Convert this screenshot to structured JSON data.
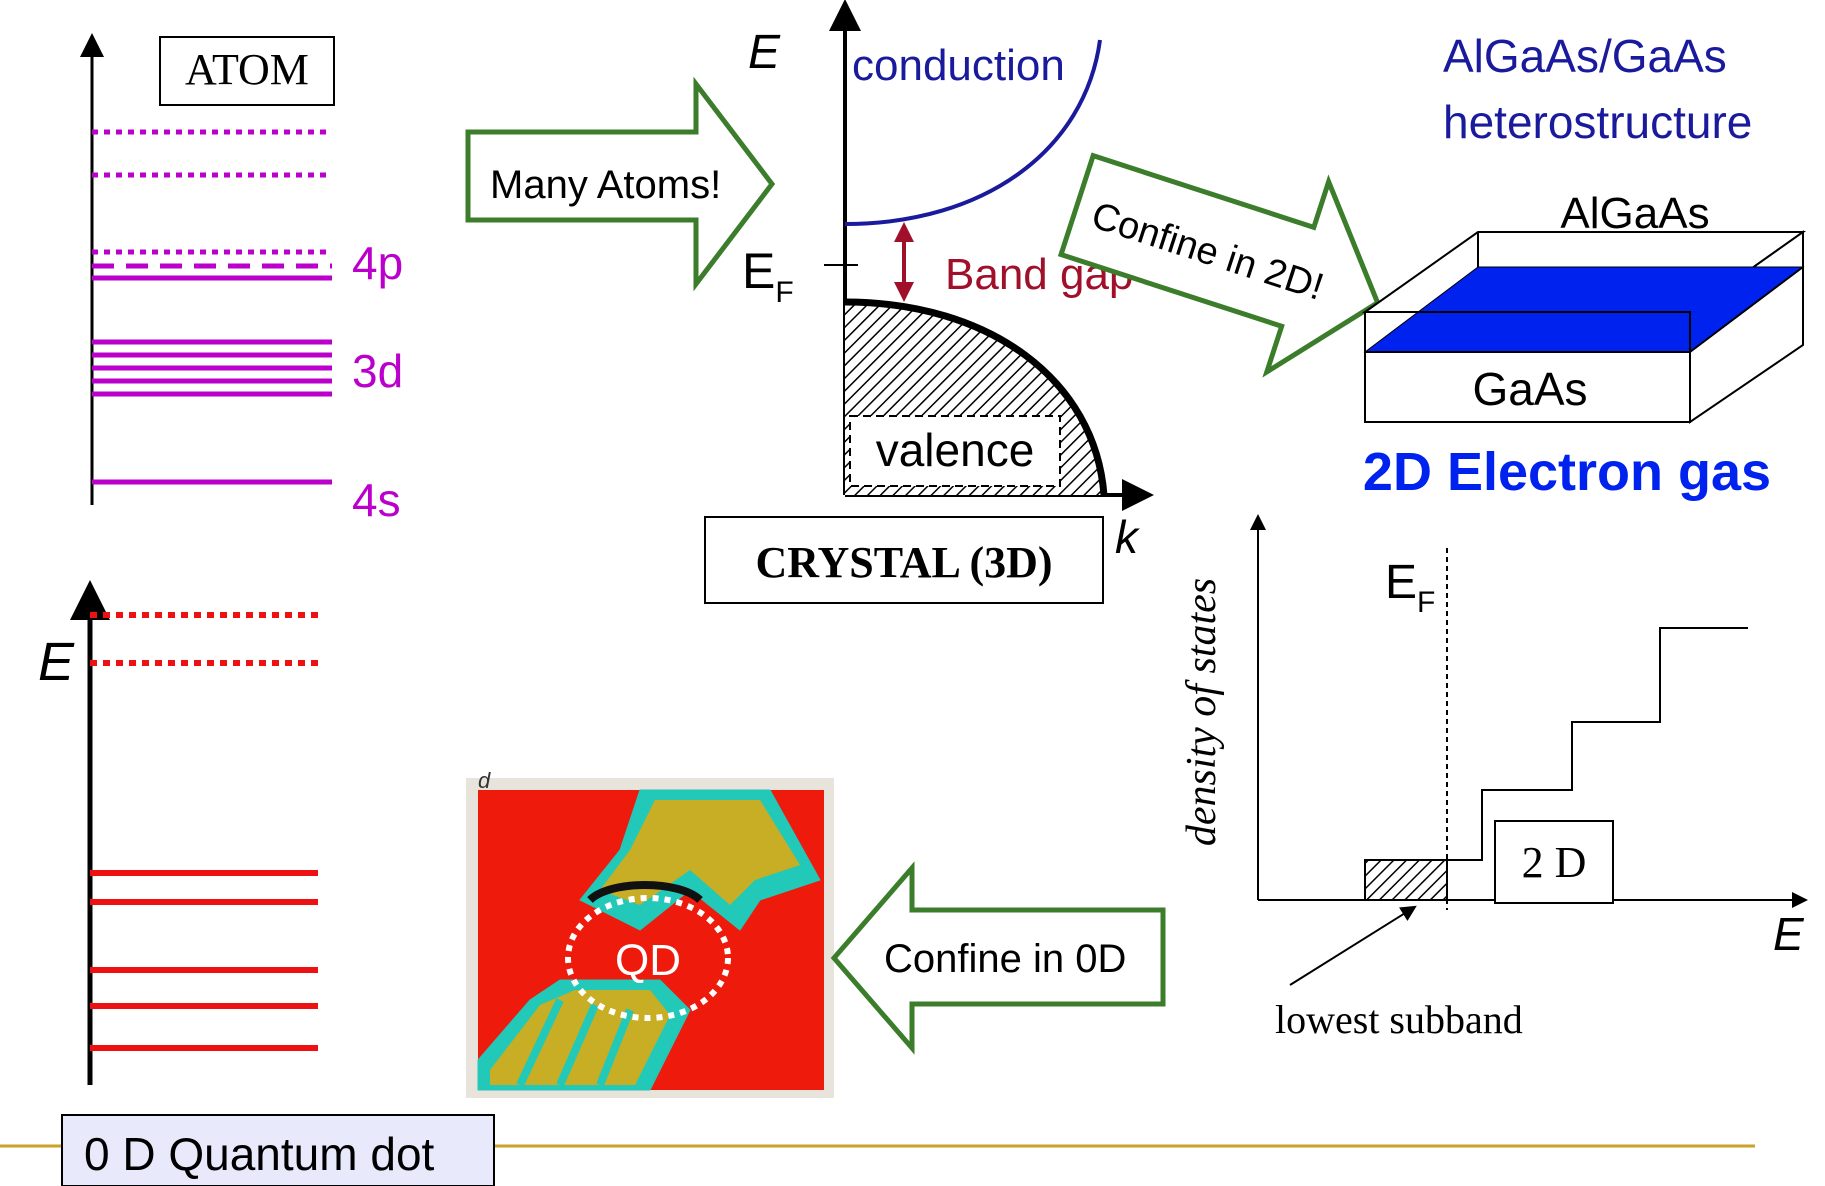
{
  "atom": {
    "label": "ATOM",
    "levels": [
      "4p",
      "3d",
      "4s"
    ],
    "level_color": "#bb00cc"
  },
  "crystal": {
    "arrow_label": "Many Atoms!",
    "axis_e": "E",
    "axis_k": "k",
    "conduction": "conduction",
    "fermi": "E",
    "fermi_sub": "F",
    "band_gap": "Band gap",
    "valence": "valence",
    "label": "CRYSTAL (3D)"
  },
  "hetero": {
    "arrow_label": "Confine in 2D!",
    "title_line1": "AlGaAs/GaAs",
    "title_line2": "heterostructure",
    "top_layer": "AlGaAs",
    "bottom_layer": "GaAs",
    "caption": "2D Electron gas",
    "gas_color": "#0022ee"
  },
  "dos": {
    "ylabel": "density of states",
    "xlabel": "E",
    "fermi": "E",
    "fermi_sub": "F",
    "box_label": "2 D",
    "annotation": "lowest subband"
  },
  "qdot": {
    "arrow_label": "Confine in 0D",
    "axis_e": "E",
    "image_label": "QD",
    "image_corner": "d",
    "caption": "0 D Quantum dot",
    "level_color": "#ee1111"
  },
  "colors": {
    "arrow_outline": "#3b7d2b",
    "dark_blue": "#1a1a9c",
    "band_gap": "#a0102a",
    "footer_line": "#c9a227"
  }
}
